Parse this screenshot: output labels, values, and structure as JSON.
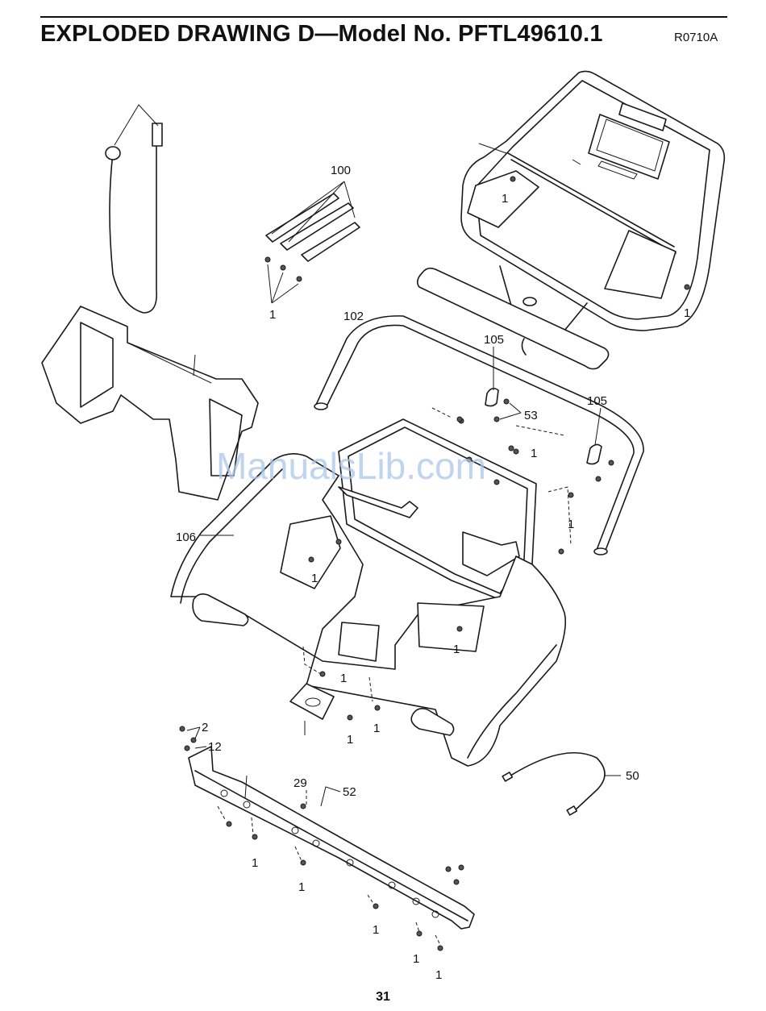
{
  "header": {
    "title": "EXPLODED DRAWING D—Model No. PFTL49610.1",
    "code": "R0710A"
  },
  "footer": {
    "page_number": "31"
  },
  "watermark": "ManualsLib.com",
  "part_labels": {
    "p100": "100",
    "p1a": "1",
    "p1b": "1",
    "p1c": "1",
    "p102": "102",
    "p105a": "105",
    "p105b": "105",
    "p53": "53",
    "p1d": "1",
    "p1e": "1",
    "p106": "106",
    "p1f": "1",
    "p1g": "1",
    "p1h": "1",
    "p1i": "1",
    "p1j": "1",
    "p2": "2",
    "p12": "12",
    "p29": "29",
    "p52": "52",
    "p50": "50",
    "p1k": "1",
    "p1l": "1",
    "p1m": "1",
    "p1n": "1",
    "p1o": "1"
  }
}
